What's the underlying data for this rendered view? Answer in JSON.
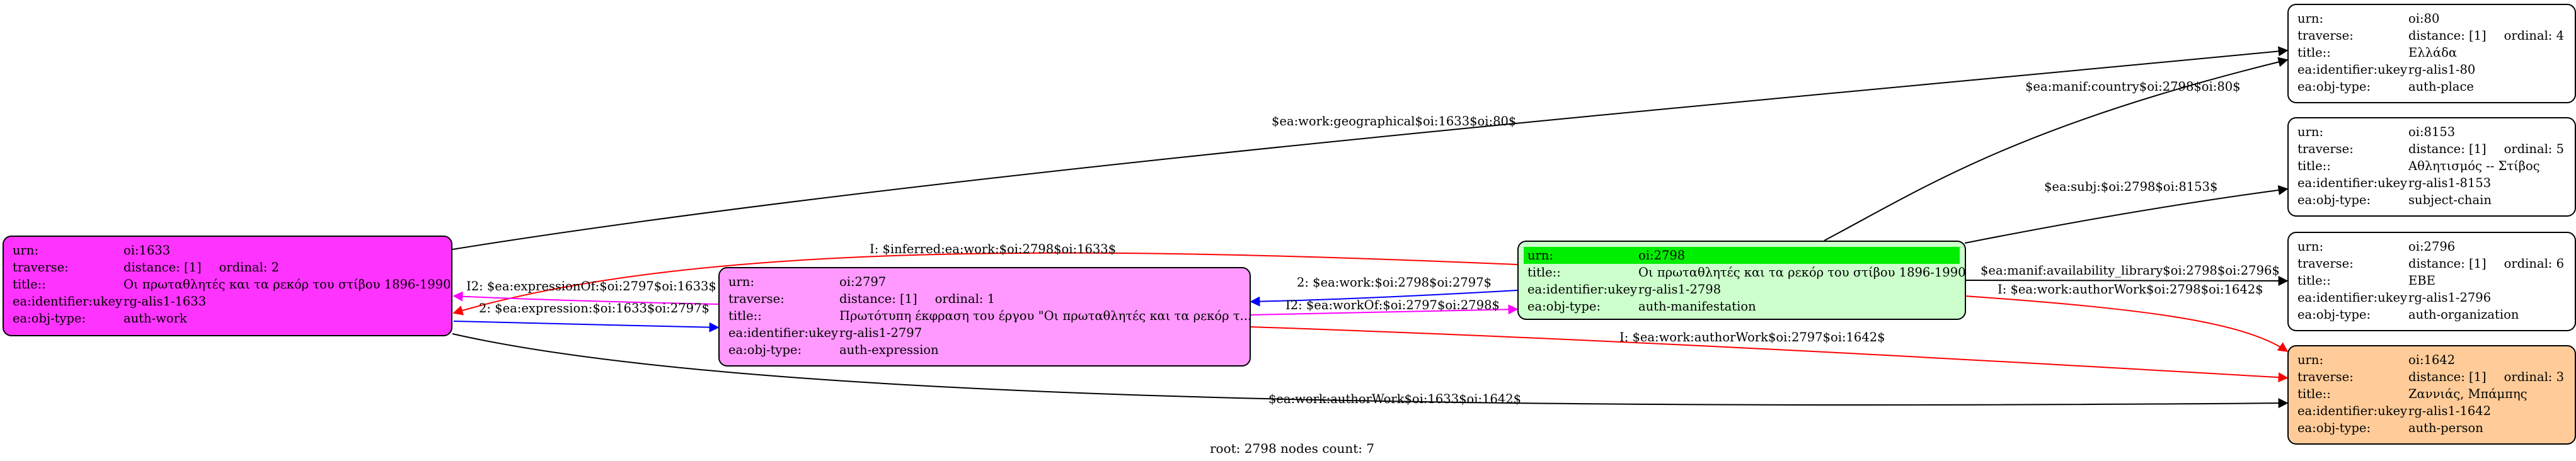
{
  "colors": {
    "work": "#ff33ff",
    "expression": "#ff99ff",
    "manifestation": "#ccffcc",
    "manifestation_urn_highlight": "#00ee00",
    "person": "#ffcc99",
    "plain": "#ffffff",
    "edge_black": "#000000",
    "edge_red": "#ff0000",
    "edge_blue": "#0000ff",
    "edge_magenta": "#ff00ff"
  },
  "nodes": {
    "n1633": {
      "urn_key": "urn:",
      "urn": "oi:1633",
      "traverse_key": "traverse:",
      "distance": "distance: [1]",
      "ordinal": "ordinal: 2",
      "title_key": "title::",
      "title": "Οι πρωταθλητές και τα ρεκόρ του στίβου 1896-1990",
      "ukey_key": "ea:identifier:ukey",
      "ukey": "rg-alis1-1633",
      "type_key": "ea:obj-type:",
      "type": "auth-work"
    },
    "n2797": {
      "urn_key": "urn:",
      "urn": "oi:2797",
      "traverse_key": "traverse:",
      "distance": "distance: [1]",
      "ordinal": "ordinal: 1",
      "title_key": "title::",
      "title": "Πρωτότυπη έκφραση του έργου \"Οι πρωταθλητές και τα ρεκόρ τ...",
      "ukey_key": "ea:identifier:ukey",
      "ukey": "rg-alis1-2797",
      "type_key": "ea:obj-type:",
      "type": "auth-expression"
    },
    "n2798": {
      "urn_key": "urn:",
      "urn": "oi:2798",
      "title_key": "title::",
      "title": "Οι πρωταθλητές και τα ρεκόρ του στίβου 1896-1990",
      "ukey_key": "ea:identifier:ukey",
      "ukey": "rg-alis1-2798",
      "type_key": "ea:obj-type:",
      "type": "auth-manifestation"
    },
    "n80": {
      "urn_key": "urn:",
      "urn": "oi:80",
      "traverse_key": "traverse:",
      "distance": "distance: [1]",
      "ordinal": "ordinal: 4",
      "title_key": "title::",
      "title": "Ελλάδα",
      "ukey_key": "ea:identifier:ukey",
      "ukey": "rg-alis1-80",
      "type_key": "ea:obj-type:",
      "type": "auth-place"
    },
    "n8153": {
      "urn_key": "urn:",
      "urn": "oi:8153",
      "traverse_key": "traverse:",
      "distance": "distance: [1]",
      "ordinal": "ordinal: 5",
      "title_key": "title::",
      "title": "Αθλητισμός -- Στίβος",
      "ukey_key": "ea:identifier:ukey",
      "ukey": "rg-alis1-8153",
      "type_key": "ea:obj-type:",
      "type": "subject-chain"
    },
    "n2796": {
      "urn_key": "urn:",
      "urn": "oi:2796",
      "traverse_key": "traverse:",
      "distance": "distance: [1]",
      "ordinal": "ordinal: 6",
      "title_key": "title::",
      "title": "ΕΒΕ",
      "ukey_key": "ea:identifier:ukey",
      "ukey": "rg-alis1-2796",
      "type_key": "ea:obj-type:",
      "type": "auth-organization"
    },
    "n1642": {
      "urn_key": "urn:",
      "urn": "oi:1642",
      "traverse_key": "traverse:",
      "distance": "distance: [1]",
      "ordinal": "ordinal: 3",
      "title_key": "title::",
      "title": "Ζαννιάς, Μπάμπης",
      "ukey_key": "ea:identifier:ukey",
      "ukey": "rg-alis1-1642",
      "type_key": "ea:obj-type:",
      "type": "auth-person"
    }
  },
  "edges": [
    {
      "id": "e1",
      "label": "$ea:work:geographical$oi:1633$oi:80$",
      "color": "#000000"
    },
    {
      "id": "e2",
      "label": "$ea:manif:country$oi:2798$oi:80$",
      "color": "#000000"
    },
    {
      "id": "e3",
      "label": "$ea:subj:$oi:2798$oi:8153$",
      "color": "#000000"
    },
    {
      "id": "e4",
      "label": "$ea:manif:availability_library$oi:2798$oi:2796$",
      "color": "#000000"
    },
    {
      "id": "e5",
      "label": "I: $ea:work:authorWork$oi:2798$oi:1642$",
      "color": "#ff0000"
    },
    {
      "id": "e6",
      "label": "I: $inferred:ea:work:$oi:2798$oi:1633$",
      "color": "#ff0000"
    },
    {
      "id": "e7",
      "label": "2: $ea:work:$oi:2798$oi:2797$",
      "color": "#0000ff"
    },
    {
      "id": "e8",
      "label": "I2: $ea:workOf:$oi:2797$oi:2798$",
      "color": "#ff00ff"
    },
    {
      "id": "e9",
      "label": "I2: $ea:expressionOf:$oi:2797$oi:1633$",
      "color": "#ff00ff"
    },
    {
      "id": "e10",
      "label": "2: $ea:expression:$oi:1633$oi:2797$",
      "color": "#0000ff"
    },
    {
      "id": "e11",
      "label": "I: $ea:work:authorWork$oi:2797$oi:1642$",
      "color": "#ff0000"
    },
    {
      "id": "e12",
      "label": "$ea:work:authorWork$oi:1633$oi:1642$",
      "color": "#000000"
    }
  ],
  "footer": "root: 2798 nodes count: 7"
}
